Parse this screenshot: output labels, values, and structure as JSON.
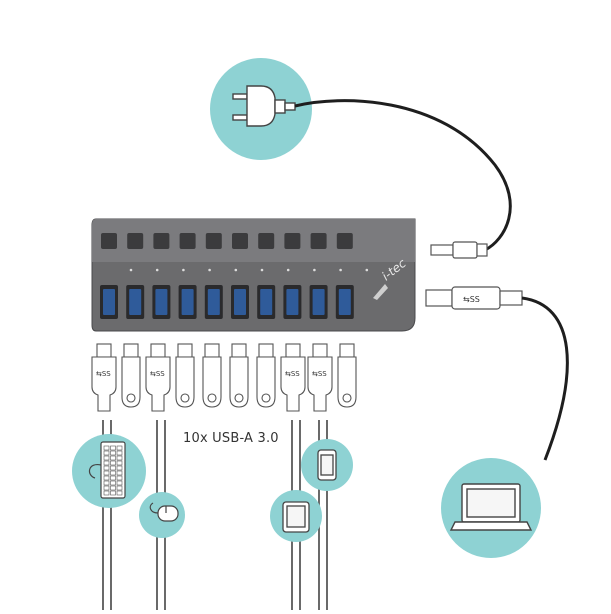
{
  "diagram": {
    "caption": "10x USB-A 3.0",
    "hub_brand": "i-tec",
    "port_count": 10,
    "usb_logo_text": "SS",
    "icons": {
      "power": "power-plug-icon",
      "laptop": "laptop-icon",
      "keyboard": "keyboard-icon",
      "mouse": "mouse-icon",
      "tablet": "tablet-icon",
      "phone": "smartphone-icon"
    },
    "colors": {
      "circle": "#8ed2d3",
      "hub_body": "#6b6b6d",
      "hub_top": "#7b7b7e",
      "port_blue": "#2f5b9a",
      "button": "#3b3b3d",
      "cable": "#1e1e1e",
      "outline": "#555555"
    }
  }
}
